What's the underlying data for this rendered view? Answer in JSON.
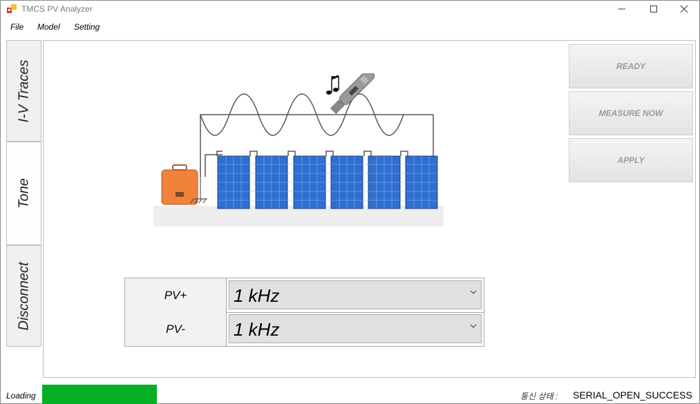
{
  "window": {
    "title": "TMCS PV Analyzer"
  },
  "menu": {
    "items": [
      "File",
      "Model",
      "Setting"
    ]
  },
  "tabs": [
    {
      "label": "I-V Traces"
    },
    {
      "label": "Tone",
      "active": true
    },
    {
      "label": "Disconnect"
    }
  ],
  "actions": {
    "ready": "READY",
    "measure": "MEASURE NOW",
    "apply": "APPLY"
  },
  "tone": {
    "rows": [
      {
        "label": "PV+",
        "value": "1 kHz"
      },
      {
        "label": "PV-",
        "value": "1 kHz"
      }
    ]
  },
  "status": {
    "loading_label": "Loading",
    "progress": 1.0,
    "comm_label": "통신 상태 :",
    "comm_value": "SERIAL_OPEN_SUCCESS"
  },
  "colors": {
    "progress": "#06b025",
    "panel": "#2f6fd0",
    "device": "#f0823c"
  }
}
